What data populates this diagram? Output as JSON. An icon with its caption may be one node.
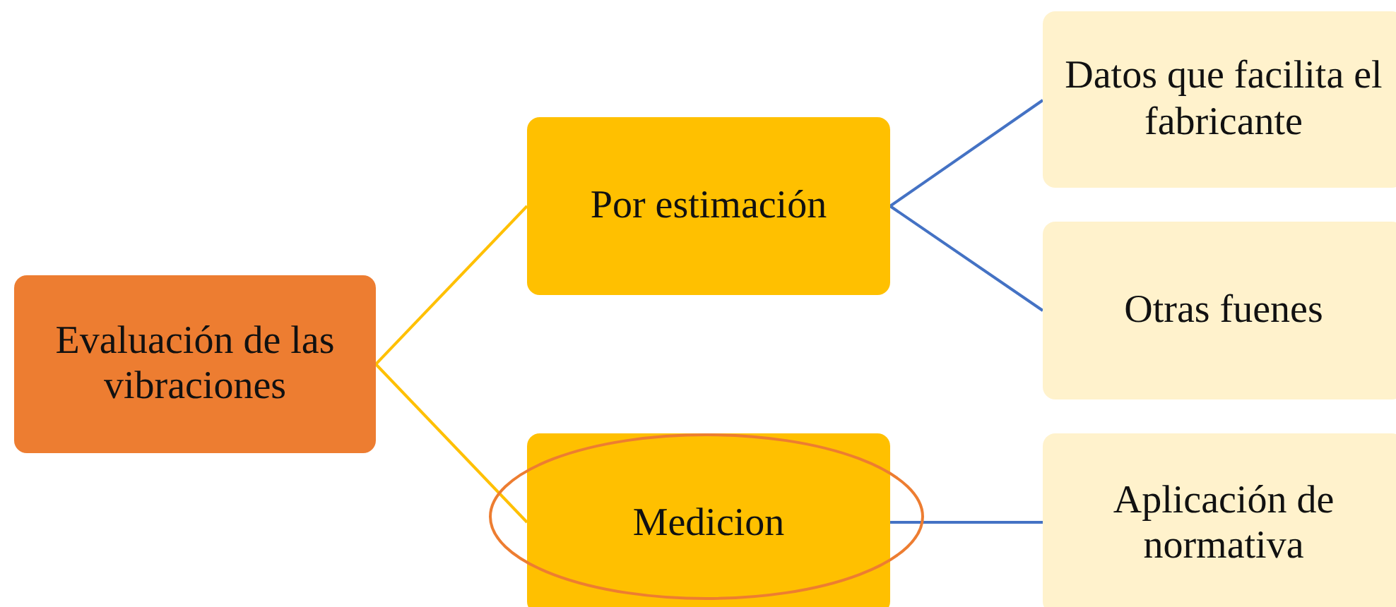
{
  "diagram": {
    "nodes": [
      {
        "text": [
          "Evaluación de las vibraciones"
        ]
      },
      {
        "text": [
          "Por estimación"
        ]
      },
      {
        "text": [
          "Medicion"
        ]
      },
      {
        "text": [
          "Datos que facilita el fabricante"
        ]
      },
      {
        "text": [
          "Otras fuenes"
        ]
      },
      {
        "text": [
          "Aplicación de normativa"
        ]
      }
    ],
    "edges": [
      {
        "from": 0,
        "to": 1,
        "arrow": "none",
        "color": "#ffc000"
      },
      {
        "from": 0,
        "to": 2,
        "arrow": "none",
        "color": "#ffc000"
      },
      {
        "from": 1,
        "to": 3,
        "arrow": "none"
      },
      {
        "from": 1,
        "to": 4,
        "arrow": "none"
      },
      {
        "from": 2,
        "to": 5,
        "arrow": "none"
      }
    ]
  }
}
